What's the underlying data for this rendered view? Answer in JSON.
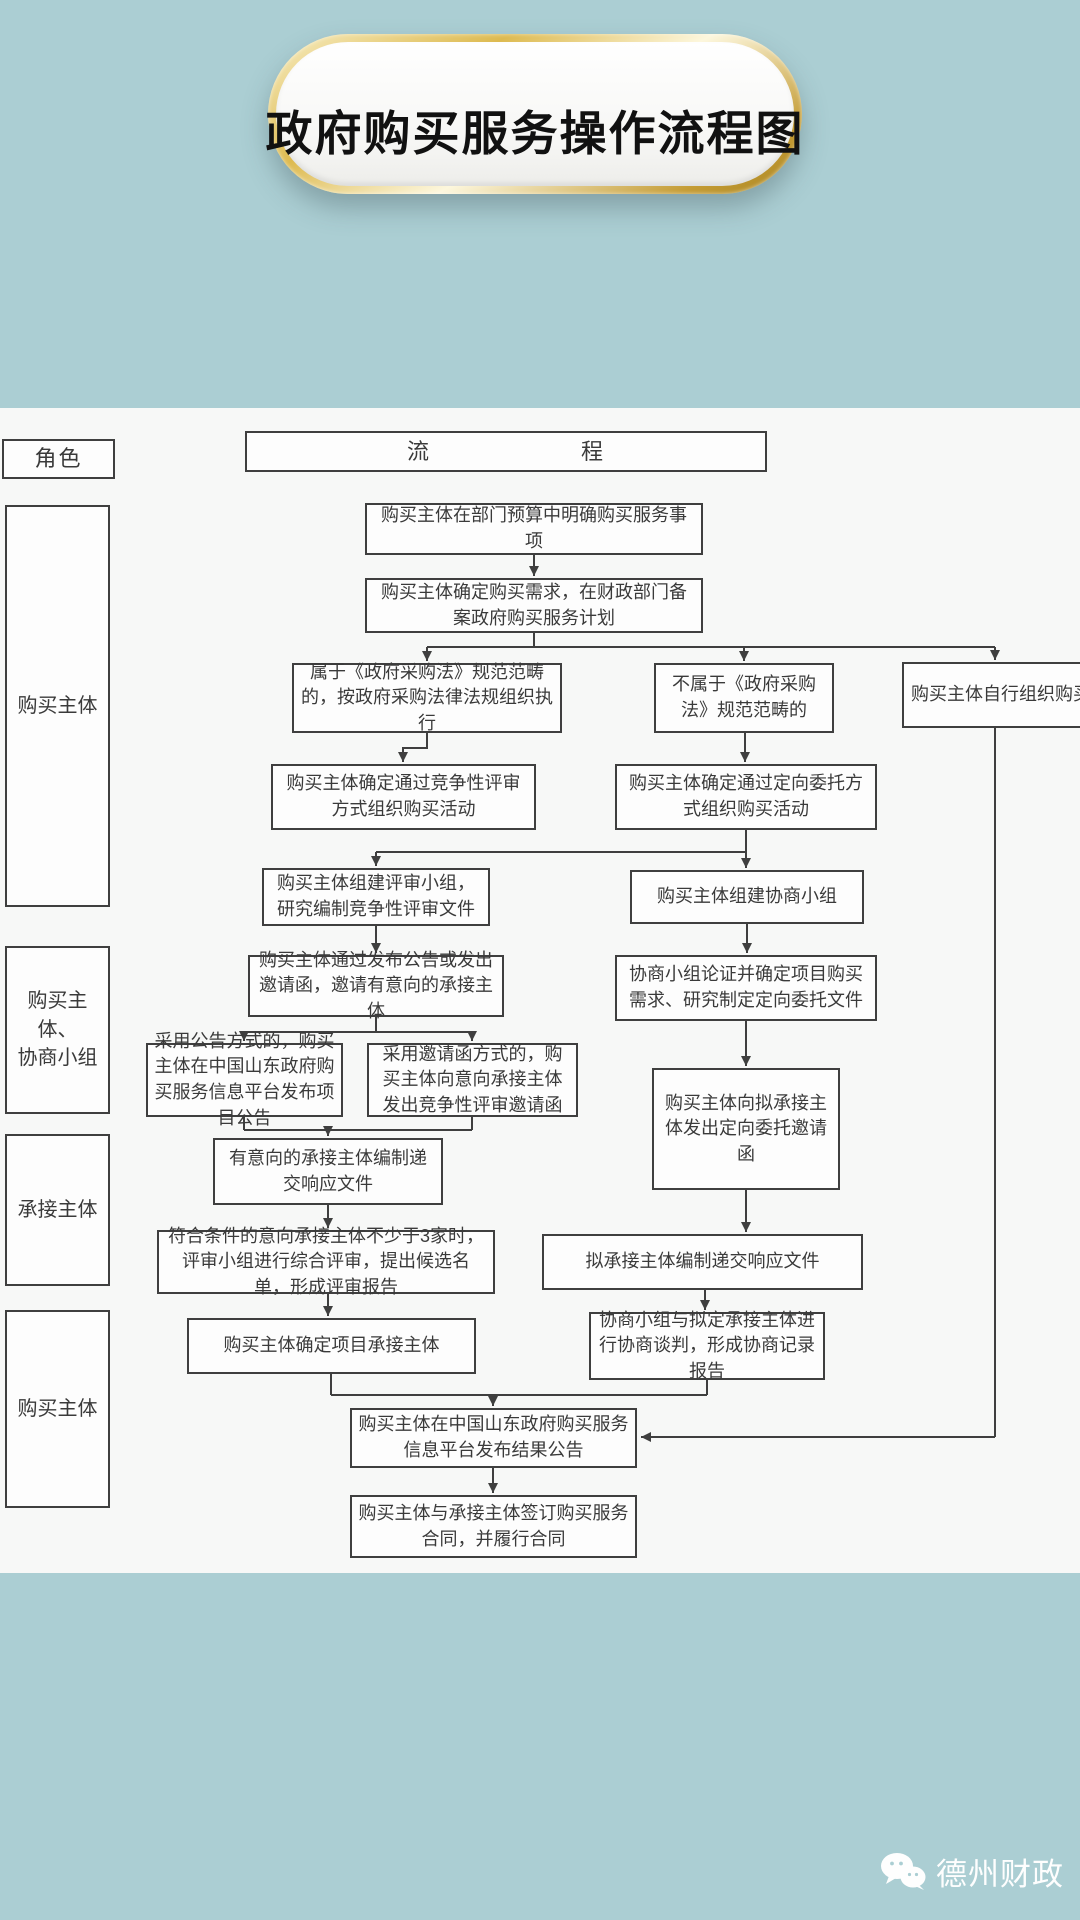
{
  "title": "政府购买服务操作流程图",
  "headers": {
    "role": "角色",
    "process": [
      "流",
      "程"
    ]
  },
  "roles": [
    {
      "label": "购买主体"
    },
    {
      "label": "购买主体、\n协商小组"
    },
    {
      "label": "承接主体"
    },
    {
      "label": "购买主体"
    }
  ],
  "nodes": {
    "n1": "购买主体在部门预算中明确购买服务事项",
    "n2": "购买主体确定购买需求，在财政部门备案政府购买服务计划",
    "n3": "属于《政府采购法》规范范畴的，按政府采购法律法规组织执行",
    "n4": "不属于《政府采购法》规范范畴的",
    "n5": "购买主体自行组织购买",
    "n6": "购买主体确定通过竞争性评审方式组织购买活动",
    "n7": "购买主体确定通过定向委托方式组织购买活动",
    "n8": "购买主体组建评审小组，研究编制竞争性评审文件",
    "n9": "购买主体组建协商小组",
    "n10": "购买主体通过发布公告或发出邀请函，邀请有意向的承接主体",
    "n11": "协商小组论证并确定项目购买需求、研究制定定向委托文件",
    "n12": "采用公告方式的，购买主体在中国山东政府购买服务信息平台发布项目公告",
    "n13": "采用邀请函方式的，购买主体向意向承接主体发出竞争性评审邀请函",
    "n14": "购买主体向拟承接主体发出定向委托邀请函",
    "n15": "有意向的承接主体编制递交响应文件",
    "n16": "符合条件的意向承接主体不少于3家时，评审小组进行综合评审，提出候选名单，形成评审报告",
    "n17": "拟承接主体编制递交响应文件",
    "n18": "购买主体确定项目承接主体",
    "n19": "协商小组与拟定承接主体进行协商谈判，形成协商记录报告",
    "n20": "购买主体在中国山东政府购买服务信息平台发布结果公告",
    "n21": "购买主体与承接主体签订购买服务合同，并履行合同"
  },
  "watermark": {
    "name": "德州财政",
    "icon": "wechat-logo"
  },
  "colors": {
    "background": "#abced3",
    "sheet": "#f7f8f7",
    "box_border": "#3f3f3f",
    "gold_accent": "#c49c35",
    "watermark_text": "#fefefe"
  }
}
